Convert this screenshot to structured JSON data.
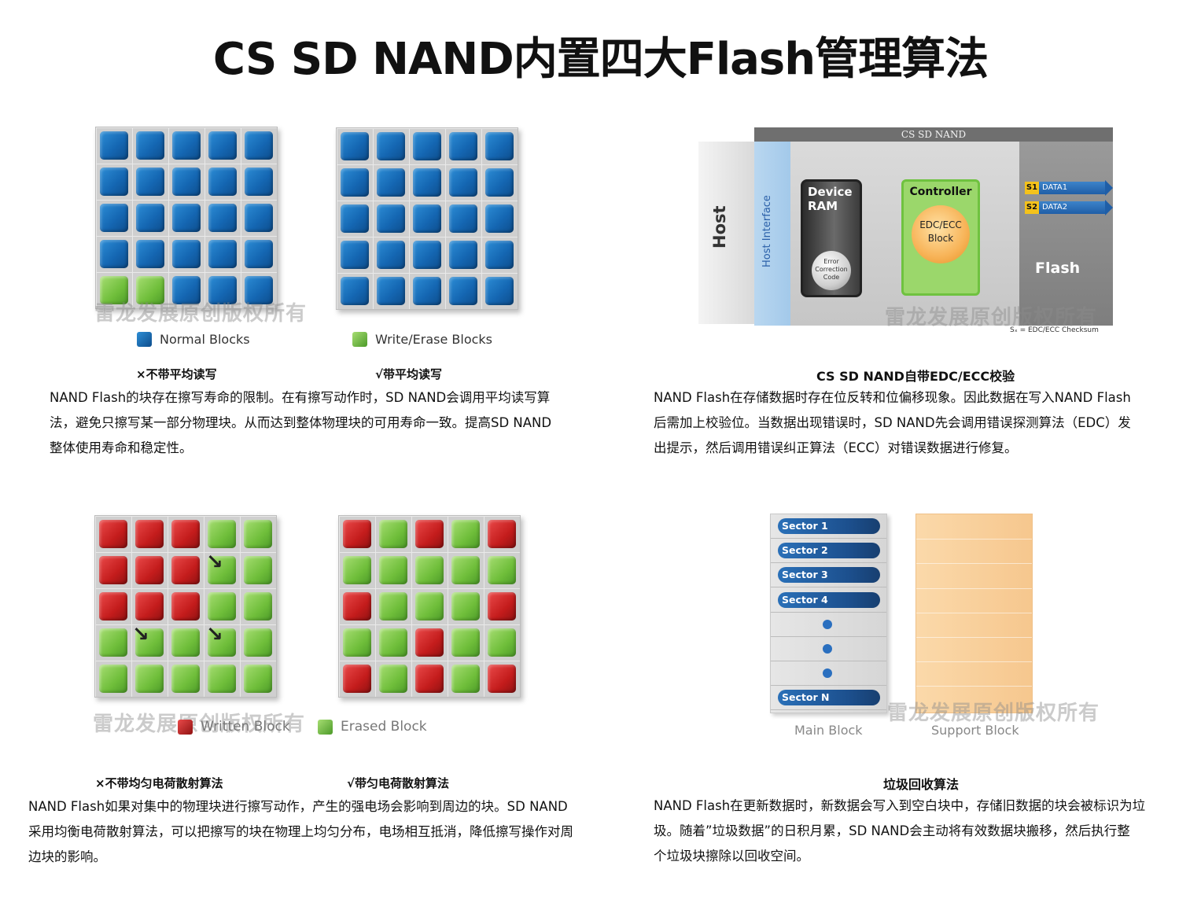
{
  "title": "CS SD NAND内置四大Flash管理算法",
  "watermark": "雷龙发展原创版权所有",
  "wear_leveling": {
    "legend_normal": "Normal Blocks",
    "legend_write": "Write/Erase Blocks",
    "caption_left": "×不带平均读写",
    "caption_right": "√带平均读写",
    "paragraph": [
      "NAND Flash的块存在擦写寿命的限制。在有擦写动作时，SD NAND会调用平均读写算",
      "法，避免只擦写某一部分物理块。从而达到整体物理块的可用寿命一致。提高SD NAND",
      "整体使用寿命和稳定性。"
    ],
    "grid_left": [
      [
        "blue",
        "blue",
        "blue",
        "blue",
        "blue"
      ],
      [
        "blue",
        "blue",
        "blue",
        "blue",
        "blue"
      ],
      [
        "blue",
        "blue",
        "blue",
        "blue",
        "blue"
      ],
      [
        "blue",
        "blue",
        "blue",
        "blue",
        "blue"
      ],
      [
        "green",
        "green",
        "blue",
        "blue",
        "blue"
      ]
    ],
    "grid_right": [
      [
        "blue",
        "blue",
        "blue",
        "blue",
        "blue"
      ],
      [
        "blue",
        "blue",
        "blue",
        "blue",
        "blue"
      ],
      [
        "blue",
        "blue",
        "blue",
        "blue",
        "blue"
      ],
      [
        "blue",
        "blue",
        "blue",
        "blue",
        "blue"
      ],
      [
        "blue",
        "blue",
        "blue",
        "blue",
        "blue"
      ]
    ]
  },
  "edc_ecc": {
    "top_bar": "CS SD NAND",
    "host": "Host",
    "host_interface": "Host Interface",
    "device_ram": [
      "Device",
      "RAM"
    ],
    "ecc_code": [
      "Error",
      "Correction",
      "Code"
    ],
    "controller": "Controller",
    "edc_block": [
      "EDC/ECC",
      "Block"
    ],
    "data": [
      {
        "badge": "S1",
        "label": "DATA1"
      },
      {
        "badge": "S2",
        "label": "DATA2"
      }
    ],
    "flash": "Flash",
    "note": "Sₓ = EDC/ECC Checksum",
    "caption": "CS SD NAND自带EDC/ECC校验",
    "paragraph": [
      "NAND Flash在存储数据时存在位反转和位偏移现象。因此数据在写入NAND Flash",
      "后需加上校验位。当数据出现错误时，SD NAND先会调用错误探测算法（EDC）发",
      "出提示，然后调用错误纠正算法（ECC）对错误数据进行修复。"
    ]
  },
  "charge_dispersion": {
    "legend_written": "Written Block",
    "legend_erased": "Erased Block",
    "caption_left": "×不带均匀电荷散射算法",
    "caption_right": "√带匀电荷散射算法",
    "paragraph": [
      "NAND Flash如果对集中的物理块进行擦写动作，产生的强电场会影响到周边的块。SD NAND",
      "采用均衡电荷散射算法，可以把擦写的块在物理上均匀分布，电场相互抵消，降低擦写操作对周",
      "边块的影响。"
    ],
    "grid_left": [
      [
        "red",
        "red",
        "red",
        "green",
        "green"
      ],
      [
        "red",
        "red",
        "red",
        "green",
        "green"
      ],
      [
        "red",
        "red",
        "red",
        "green",
        "green"
      ],
      [
        "green",
        "green",
        "green",
        "green",
        "green"
      ],
      [
        "green",
        "green",
        "green",
        "green",
        "green"
      ]
    ],
    "grid_right": [
      [
        "red",
        "green",
        "red",
        "green",
        "red"
      ],
      [
        "green",
        "green",
        "green",
        "green",
        "green"
      ],
      [
        "red",
        "green",
        "green",
        "green",
        "red"
      ],
      [
        "green",
        "green",
        "red",
        "green",
        "green"
      ],
      [
        "red",
        "green",
        "red",
        "green",
        "red"
      ]
    ]
  },
  "garbage_collection": {
    "sectors": [
      "Sector 1",
      "Sector 2",
      "Sector 3",
      "Sector 4",
      "",
      "",
      "",
      "Sector N"
    ],
    "main_block": "Main Block",
    "support_block": "Support Block",
    "caption": "垃圾回收算法",
    "paragraph": [
      "NAND Flash在更新数据时，新数据会写入到空白块中，存储旧数据的块会被标识为垃",
      "圾。随着”垃圾数据”的日积月累，SD NAND会主动将有效数据块搬移，然后执行整",
      "个垃圾块擦除以回收空间。"
    ]
  }
}
